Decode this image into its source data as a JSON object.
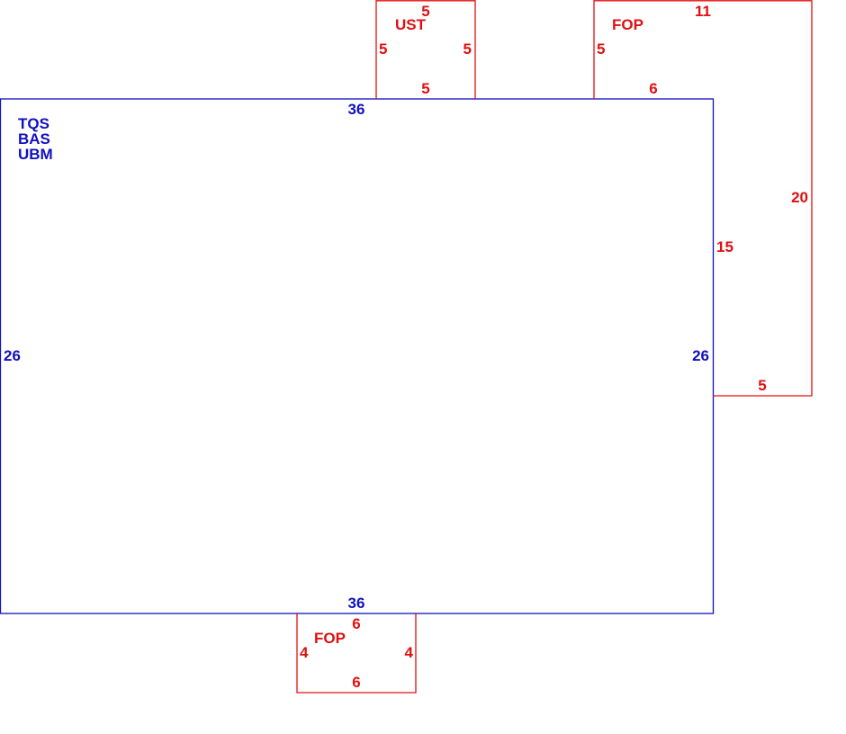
{
  "colors": {
    "main_structure": "#1010c0",
    "additions": "#e01010"
  },
  "main": {
    "codes": [
      "TQS",
      "BAS",
      "UBM"
    ],
    "dims": {
      "top": "36",
      "bottom": "36",
      "left": "26",
      "right": "26"
    }
  },
  "ust": {
    "label": "UST",
    "dims": {
      "top": "5",
      "left": "5",
      "right": "5",
      "bottom": "5"
    }
  },
  "fop_right": {
    "label": "FOP",
    "dims": {
      "top": "11",
      "left": "5",
      "bottom_inner": "6",
      "right": "20",
      "inner_side": "15",
      "bottom": "5"
    }
  },
  "fop_bottom": {
    "label": "FOP",
    "dims": {
      "top": "6",
      "left": "4",
      "right": "4",
      "bottom": "6"
    }
  }
}
